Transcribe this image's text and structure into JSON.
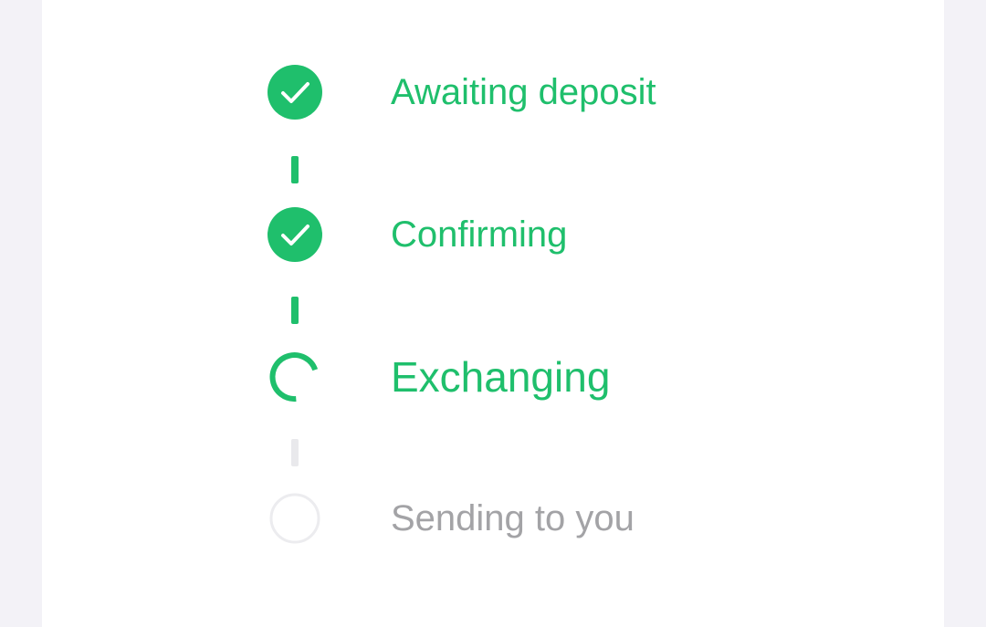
{
  "steps": [
    {
      "label": "Awaiting deposit",
      "status": "completed",
      "icon": "check-circle-icon"
    },
    {
      "label": "Confirming",
      "status": "completed",
      "icon": "check-circle-icon"
    },
    {
      "label": "Exchanging",
      "status": "in-progress",
      "icon": "spinner-icon"
    },
    {
      "label": "Sending to you",
      "status": "pending",
      "icon": "empty-circle-icon"
    }
  ],
  "colors": {
    "accent": "#1fbf6c",
    "pending_text": "#a3a3a6",
    "pending_line": "#e9e9ec",
    "background": "#f3f2f7",
    "card": "#ffffff"
  }
}
